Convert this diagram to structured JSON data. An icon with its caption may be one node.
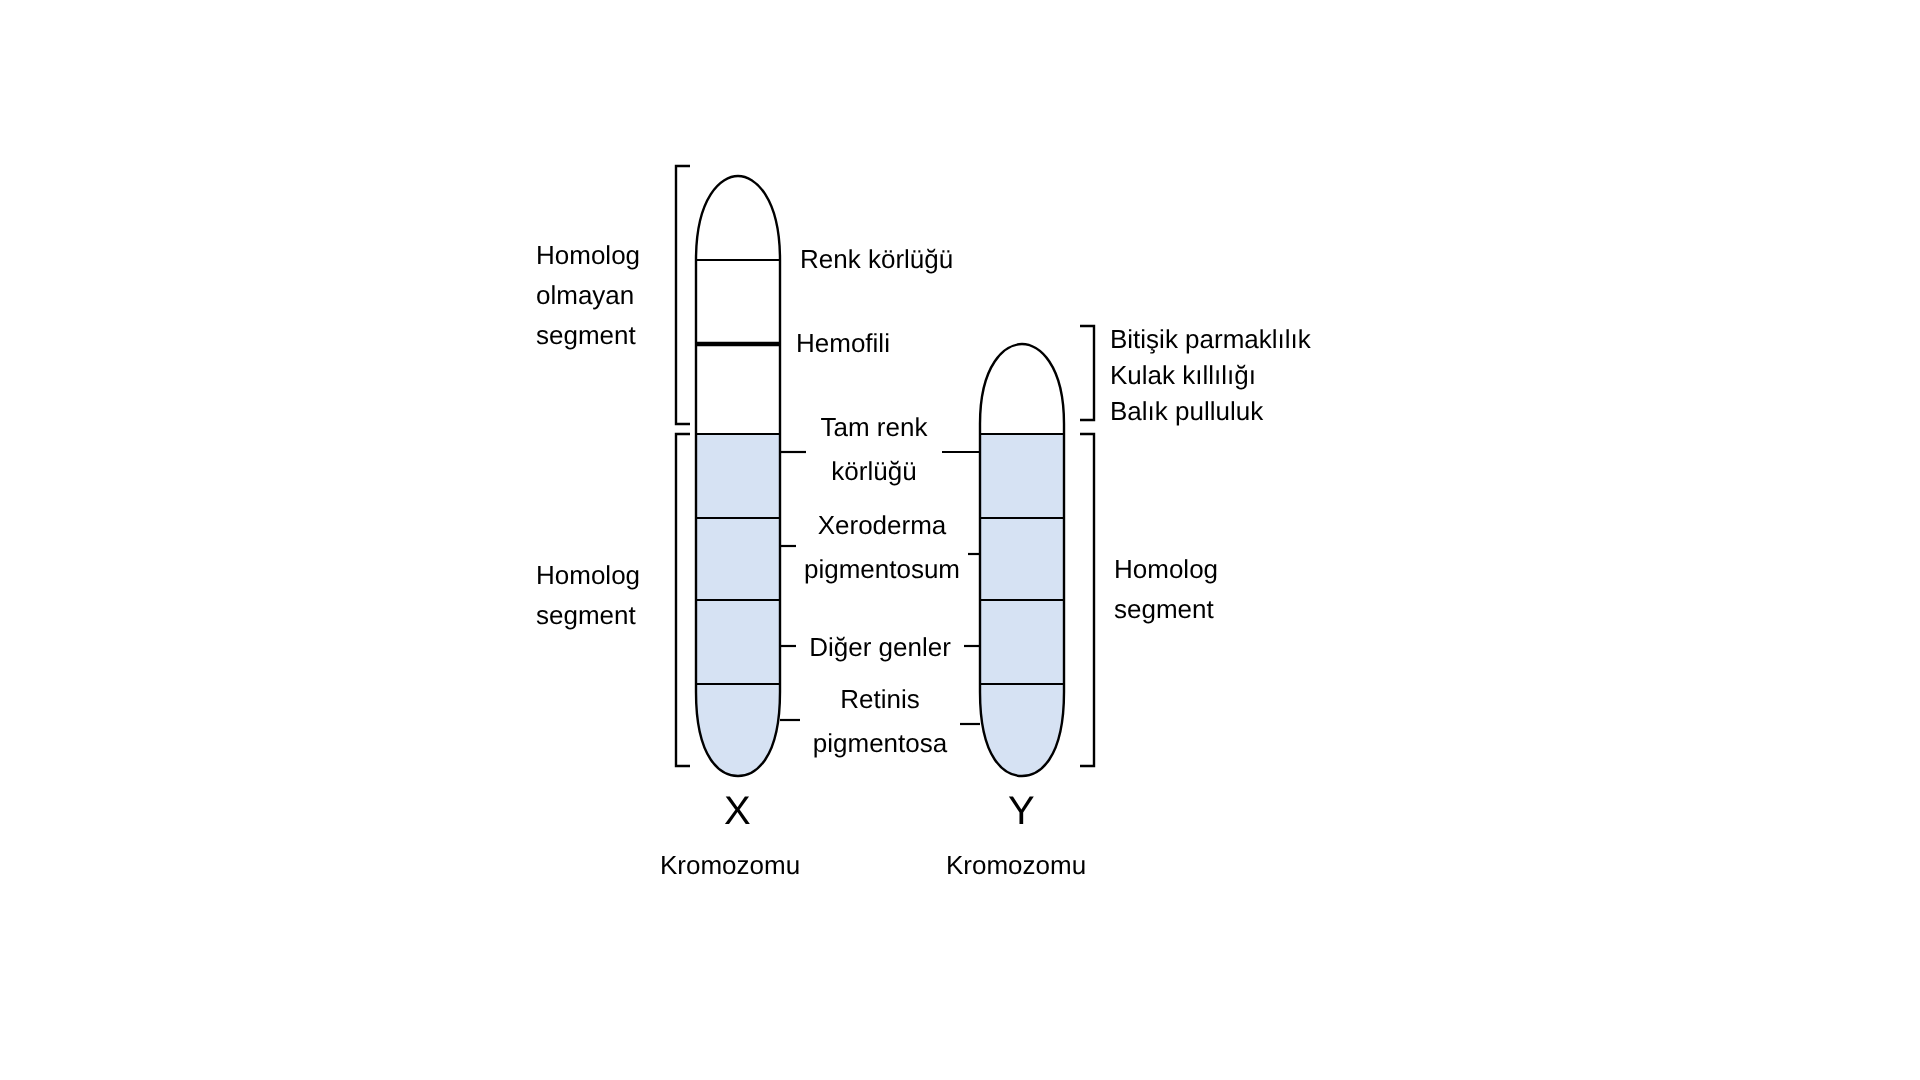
{
  "diagram": {
    "nodes": [
      {
        "text": [],
        "shape": "bar"
      },
      {
        "text": [],
        "shape": "bar"
      },
      {
        "text": [
          "Tam renk körlüğü"
        ]
      },
      {
        "text": [
          "Xeroderma pigmentosum"
        ]
      },
      {
        "text": [
          "Diğer genler"
        ]
      },
      {
        "text": [
          "Retinis pigmentosa"
        ]
      }
    ],
    "edges": [
      {
        "from": 2,
        "to": 0,
        "arrow": "none"
      },
      {
        "from": 2,
        "to": 1,
        "arrow": "none"
      },
      {
        "from": 3,
        "to": 0,
        "arrow": "none"
      },
      {
        "from": 3,
        "to": 1,
        "arrow": "none"
      },
      {
        "from": 4,
        "to": 0,
        "arrow": "none"
      },
      {
        "from": 4,
        "to": 1,
        "arrow": "none"
      },
      {
        "from": 5,
        "to": 0,
        "arrow": "none"
      },
      {
        "from": 5,
        "to": 1,
        "arrow": "none"
      }
    ],
    "labels": [
      "Homolog olmayan segment",
      "Renk körlüğü",
      "Bitişik parmaklılık",
      "Kulak kıllılığı",
      "Balık pulluluk",
      "Hemofili",
      "Homolog segment",
      "Homolog segment",
      "X",
      "Y",
      "Kromozomu",
      "Kromozomu"
    ]
  }
}
